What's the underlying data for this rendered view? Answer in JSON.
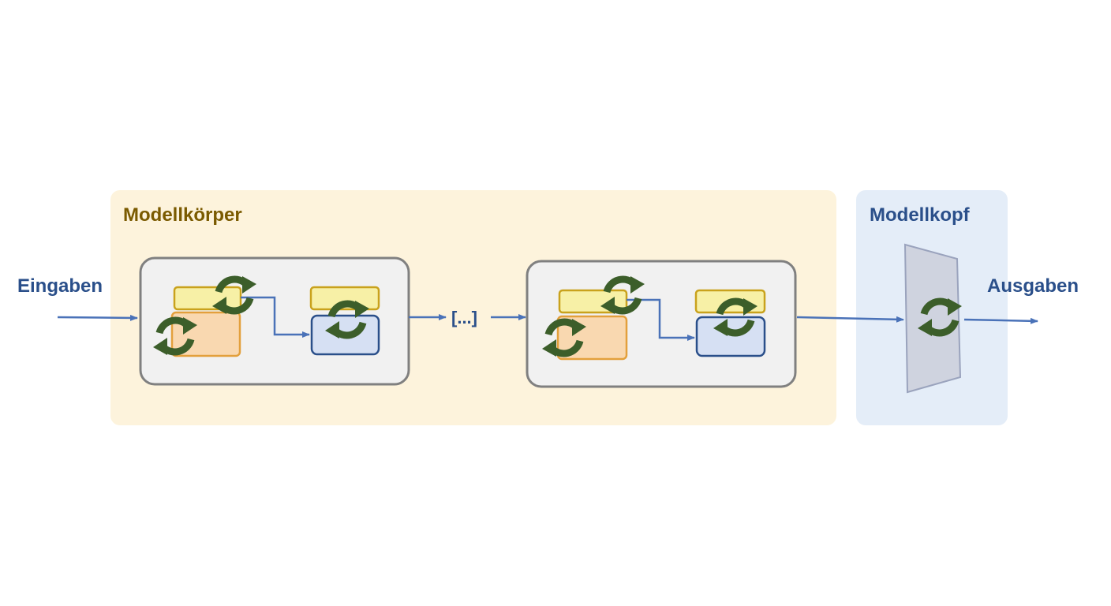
{
  "labels": {
    "body_title": "Modellkörper",
    "head_title": "Modellkopf",
    "input": "Eingaben",
    "output": "Ausgaben",
    "ellipsis": "[...]"
  },
  "colors": {
    "body_region": "#fdf3dc",
    "head_region": "#e4edf8",
    "body_title": "#7a5a00",
    "head_title": "#2a4f8a",
    "io_text": "#2a4f8a",
    "arrow": "#4a72b8",
    "block_fill": "#f1f1f1",
    "block_stroke": "#808080",
    "yellow_fill": "#f7f0a6",
    "yellow_stroke": "#c9a21c",
    "orange_fill": "#f9d8b0",
    "orange_stroke": "#e3a03c",
    "blue_fill": "#d6e0f3",
    "blue_stroke": "#2a4f8a",
    "head_fill": "#cfd3df",
    "head_stroke": "#9aa3bd",
    "refresh_icon": "#3c5e2a"
  },
  "icons": [
    "refresh-icon"
  ]
}
